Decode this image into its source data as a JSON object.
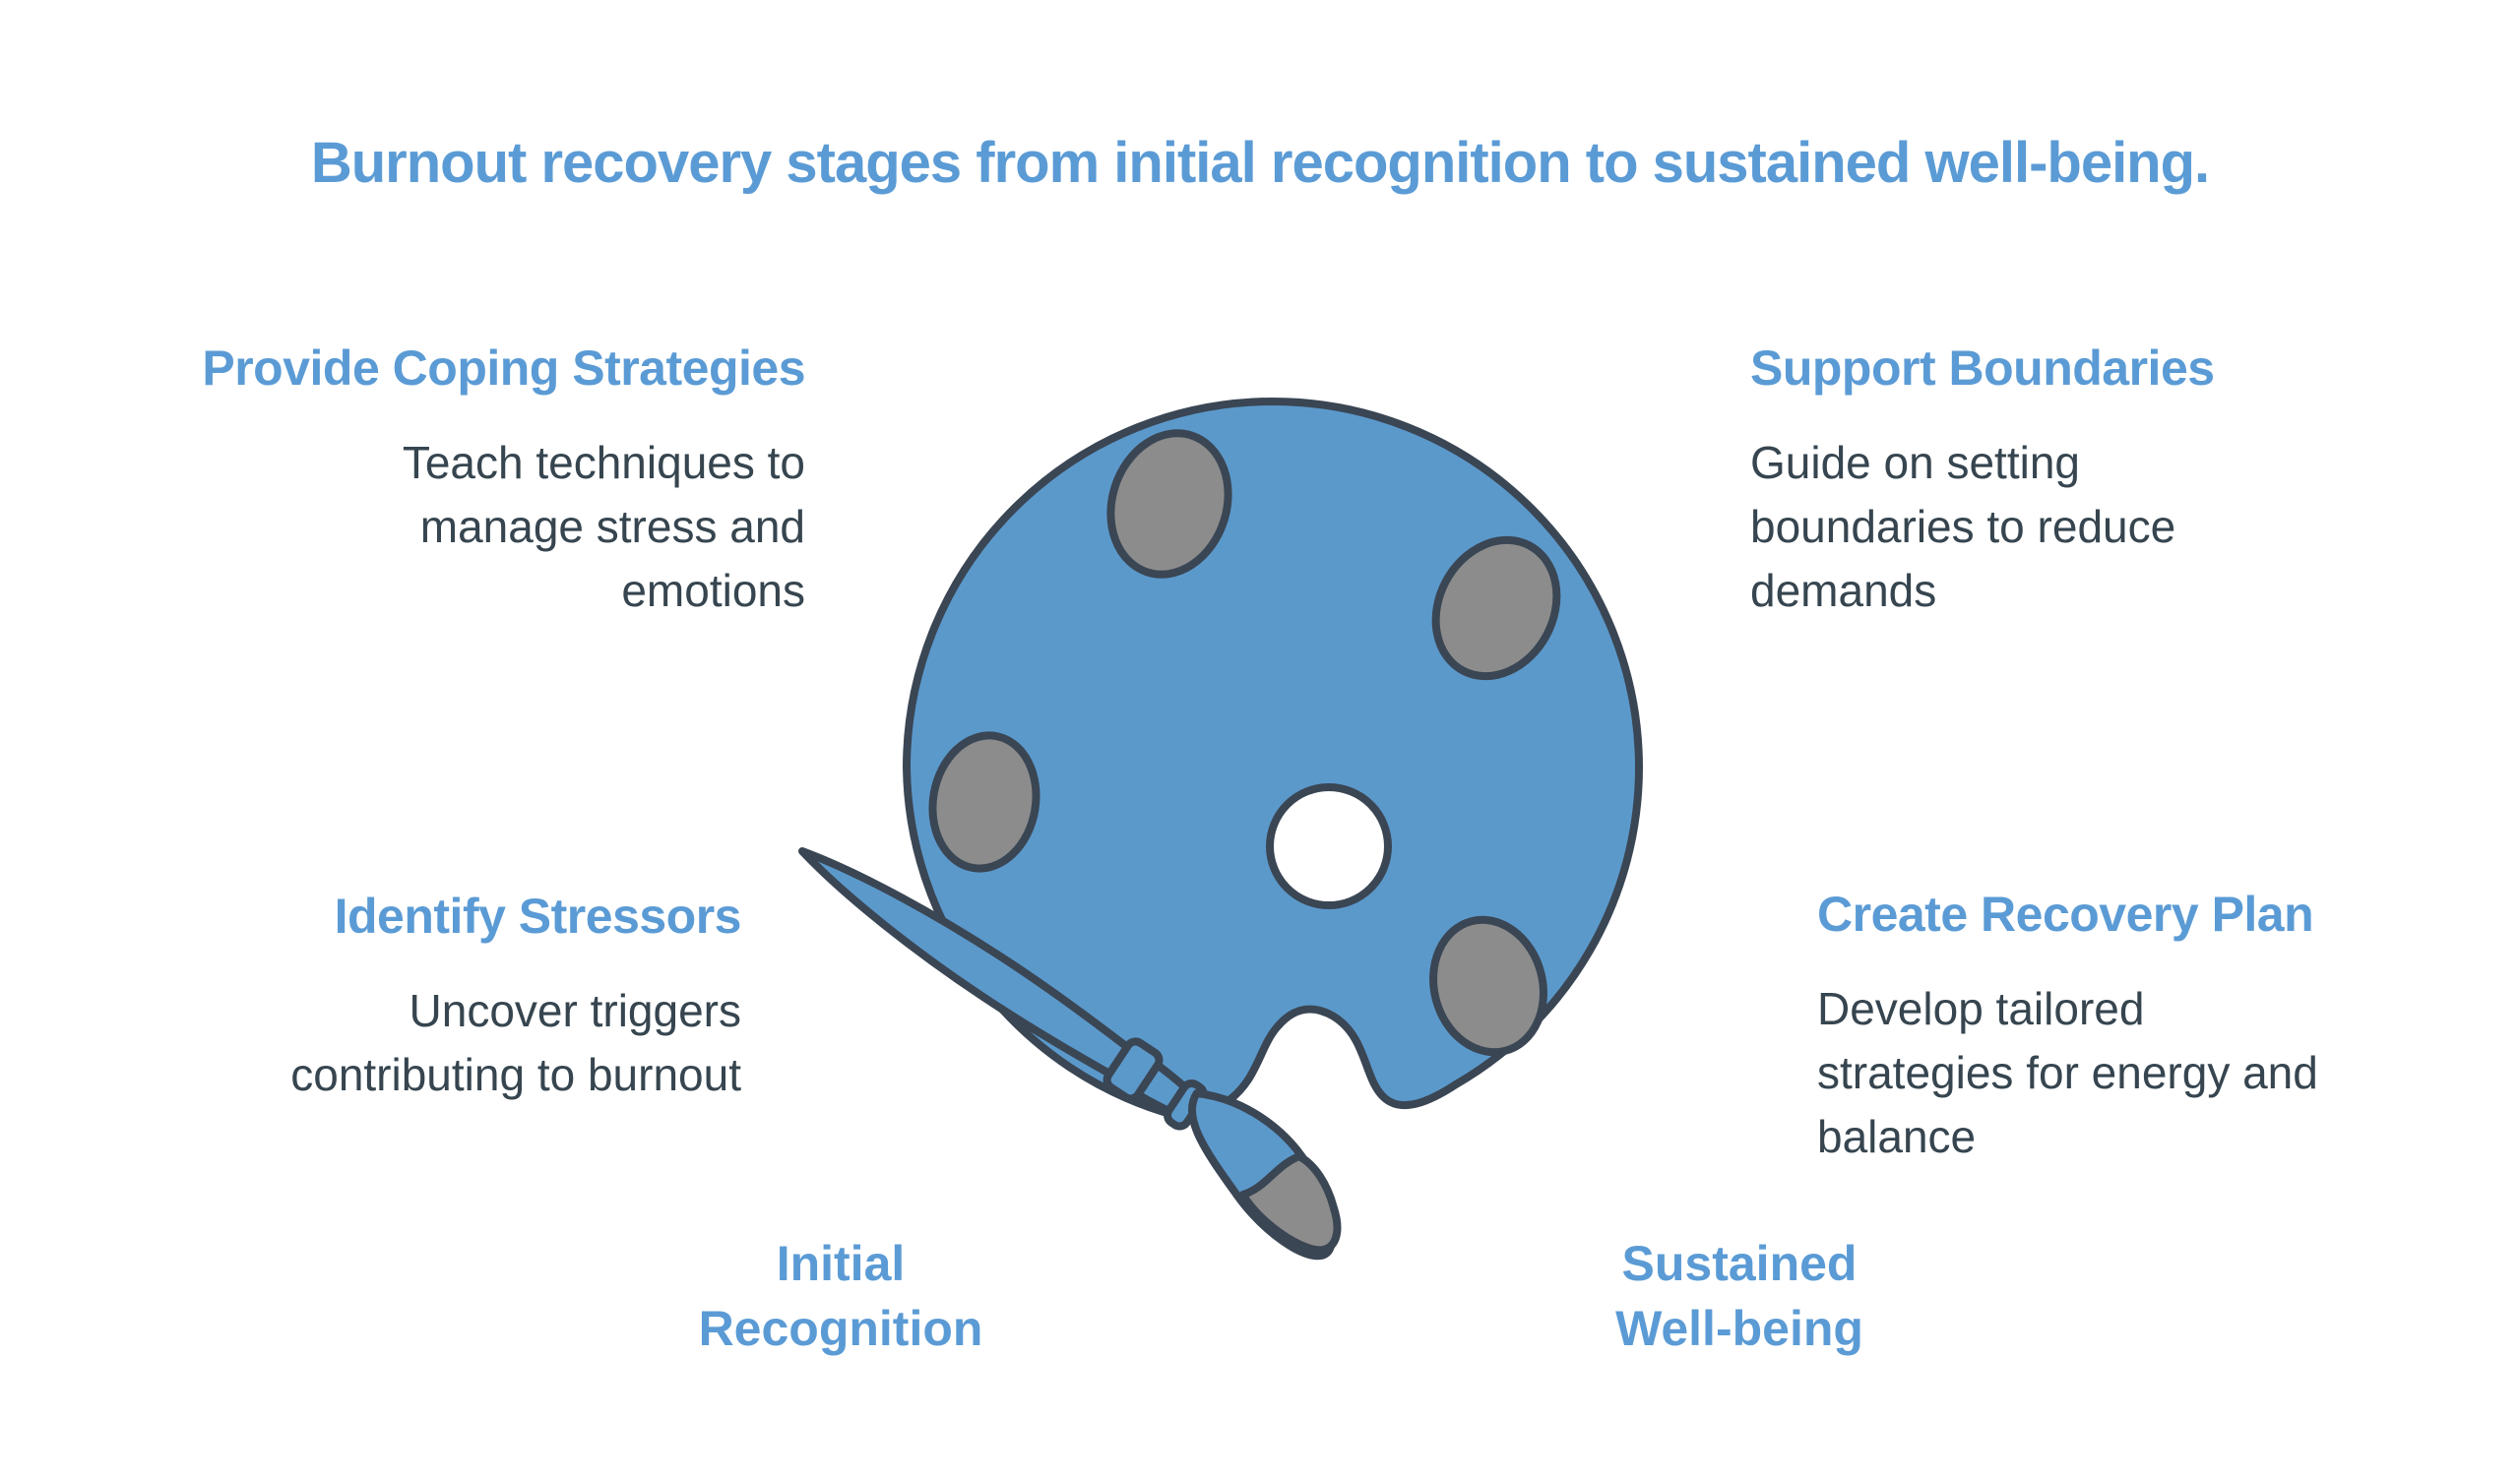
{
  "page": {
    "title": "Burnout recovery stages from initial recognition to sustained well-being."
  },
  "colors": {
    "accent_blue_text": "#5B9BD5",
    "palette_blue": "#5C99CB",
    "outline_dark": "#3A4654",
    "paint_gray": "#8C8C8C",
    "body_text": "#36454F",
    "background": "#FFFFFF"
  },
  "stages": [
    {
      "heading": "Provide Coping Strategies",
      "body": "Teach techniques to\nmanage stress and\nemotions"
    },
    {
      "heading": "Support Boundaries",
      "body": "Guide on setting\nboundaries to reduce\ndemands"
    },
    {
      "heading": "Identify Stressors",
      "body": "Uncover triggers\ncontributing to burnout"
    },
    {
      "heading": "Create Recovery Plan",
      "body": "Develop tailored\nstrategies for energy and\nbalance"
    }
  ],
  "bottom_labels": [
    {
      "text": "Initial\nRecognition"
    },
    {
      "text": "Sustained\nWell-being"
    }
  ],
  "illustration": {
    "name": "paint-palette-with-brush-icon"
  }
}
